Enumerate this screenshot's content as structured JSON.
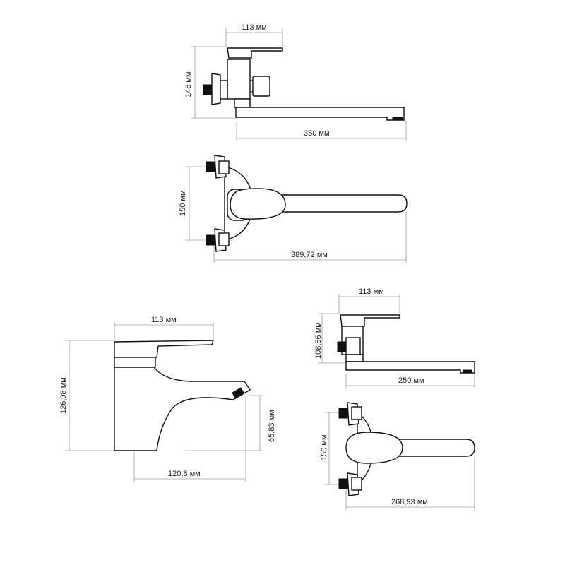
{
  "dimensions": {
    "top_side_width": "113 мм",
    "top_side_height": "146 мм",
    "top_side_spout": "350 мм",
    "top_front_height": "150 мм",
    "top_front_length": "389,72 мм",
    "basin_width": "113 мм",
    "basin_height": "126,08 мм",
    "basin_spout_height": "65,83 мм",
    "basin_spout_reach": "120,8 мм",
    "small_side_width": "113 мм",
    "small_side_height": "108,56 мм",
    "small_side_spout": "250 мм",
    "small_front_height": "150 мм",
    "small_front_length": "268,93 мм"
  }
}
